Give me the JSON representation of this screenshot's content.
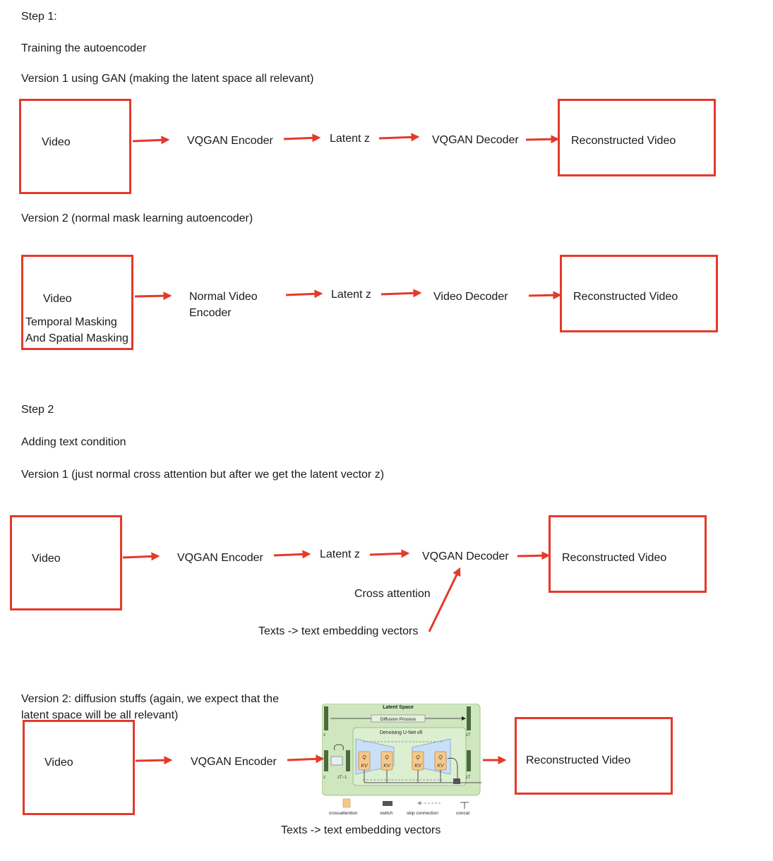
{
  "step1": {
    "heading": "Step 1:",
    "subtitle": "Training the autoencoder",
    "v1": {
      "title": "Version 1 using GAN (making the latent space all relevant)",
      "input": "Video",
      "encoder": "VQGAN Encoder",
      "latent": "Latent z",
      "decoder": "VQGAN Decoder",
      "output": "Reconstructed Video"
    },
    "v2": {
      "title": "Version 2 (normal mask learning autoencoder)",
      "input": "Video",
      "masking_line1": "Temporal Masking",
      "masking_line2": "And Spatial Masking",
      "encoder_line1": "Normal Video",
      "encoder_line2": "Encoder",
      "latent": "Latent z",
      "decoder": "Video Decoder",
      "output": "Reconstructed Video"
    }
  },
  "step2": {
    "heading": "Step 2",
    "subtitle": "Adding text condition",
    "v1": {
      "title": "Version 1 (just normal cross attention but after we get the latent vector z)",
      "input": "Video",
      "encoder": "VQGAN Encoder",
      "latent": "Latent z",
      "decoder": "VQGAN Decoder",
      "cross_attention": "Cross attention",
      "text_input": "Texts -> text embedding vectors",
      "output": "Reconstructed Video"
    },
    "v2": {
      "title": "Version 2: diffusion stuffs (again, we expect that the latent space will be all relevant)",
      "input": "Video",
      "encoder": "VQGAN Encoder",
      "output": "Reconstructed Video",
      "text_input": "Texts -> text embedding vectors",
      "figure": {
        "latent_space": "Latent Space",
        "diffusion_process": "Diffusion Process",
        "denoising_unet": "Denoising U-Net εθ",
        "z_label": "z",
        "zT_label": "zT",
        "zT1_label": "zT−1",
        "q_label": "Q",
        "kv_label": "KV",
        "legend": [
          "crossattention",
          "switch",
          "skip connection",
          "concat"
        ]
      }
    }
  },
  "colors": {
    "accent": "#e5392a",
    "figure_bg": "#cfe6bf",
    "unet_bg": "#c9dff5",
    "block": "#f6c98a"
  }
}
